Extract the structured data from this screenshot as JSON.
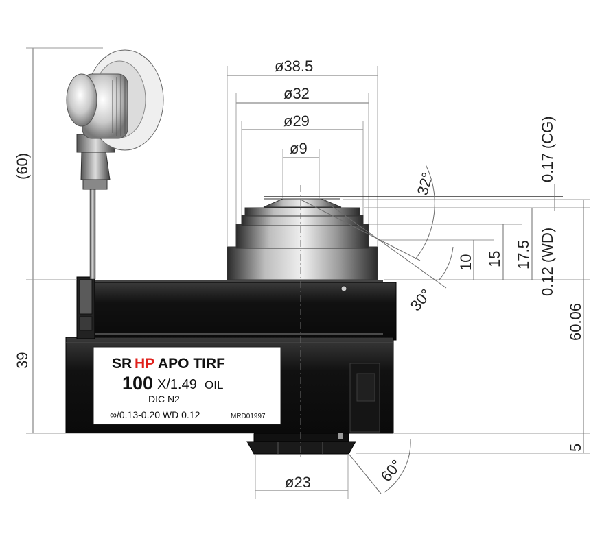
{
  "dimensions": {
    "d38_5": "ø38.5",
    "d32": "ø32",
    "d29": "ø29",
    "d9": "ø9",
    "d23": "ø23",
    "h60": "(60)",
    "h39": "39",
    "cg": "0.17 (CG)",
    "wd": "0.12 (WD)",
    "h10": "10",
    "h15": "15",
    "h17_5": "17.5",
    "h60_06": "60.06",
    "h5": "5",
    "a32": "32°",
    "a30": "30°",
    "a60": "60°"
  },
  "label": {
    "sr": "SR",
    "hp": "HP",
    "apotirf": "APO TIRF",
    "mag": "100",
    "na": "X/1.49",
    "oil": "OIL",
    "dic": "DIC  N2",
    "spec": "∞/0.13-0.20  WD  0.12",
    "code": "MRD01997"
  },
  "colors": {
    "hp": "#e0201b",
    "text": "#111111"
  }
}
